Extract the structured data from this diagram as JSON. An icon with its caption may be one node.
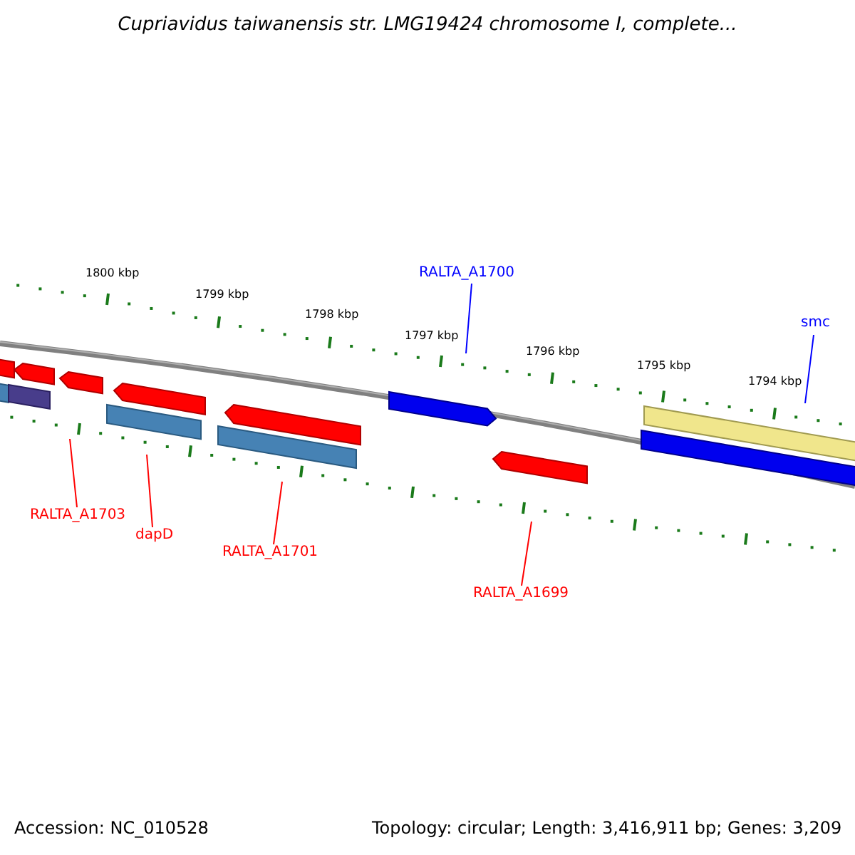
{
  "diagram": {
    "title": "Cupriavidus taiwanensis str. LMG19424 chromosome I, complete...",
    "nodes": [
      {
        "text": [
          "RALTA_A1700"
        ]
      },
      {
        "text": [
          "smc"
        ]
      },
      {
        "text": [
          "RALTA_A1703"
        ]
      },
      {
        "text": [
          "dapD"
        ]
      },
      {
        "text": [
          "RALTA_A1701"
        ]
      },
      {
        "text": [
          "RALTA_A1699"
        ]
      }
    ],
    "edges": [
      {
        "from": 0,
        "to": null,
        "arrow": "none",
        "color": "#0000ff"
      },
      {
        "from": 1,
        "to": null,
        "arrow": "none",
        "color": "#0000ff"
      },
      {
        "from": 2,
        "to": null,
        "arrow": "none",
        "color": "#ff0000"
      },
      {
        "from": 3,
        "to": null,
        "arrow": "none",
        "color": "#ff0000"
      },
      {
        "from": 4,
        "to": null,
        "arrow": "none",
        "color": "#ff0000"
      },
      {
        "from": 5,
        "to": null,
        "arrow": "none",
        "color": "#ff0000"
      }
    ],
    "labels": [
      "1800 kbp",
      "1799 kbp",
      "1798 kbp",
      "1797 kbp",
      "1796 kbp",
      "1795 kbp",
      "1794 kbp",
      "Accession: NC_010528",
      "Topology: circular; Length: 3,416,911 bp; Genes: 3,209"
    ]
  }
}
